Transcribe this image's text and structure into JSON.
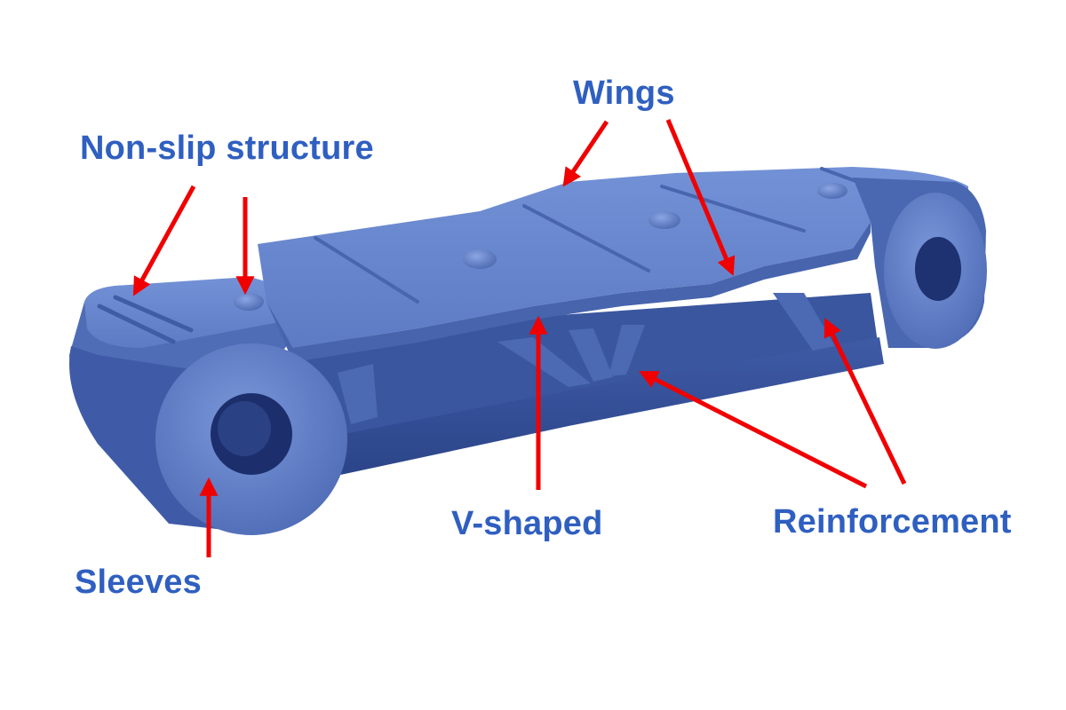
{
  "labels": {
    "wings": "Wings",
    "non_slip": "Non-slip structure",
    "v_shaped": "V-shaped",
    "reinforcement": "Reinforcement",
    "sleeves": "Sleeves"
  },
  "colors": {
    "label_text": "#2f5fc0",
    "arrow": "#f00000",
    "part_base": "#5a78c0",
    "part_light": "#6f8ed4",
    "part_dark": "#35519a",
    "part_shadow": "#233a78",
    "background": "#ffffff"
  },
  "icons": {
    "arrow": "red-arrow-icon"
  }
}
